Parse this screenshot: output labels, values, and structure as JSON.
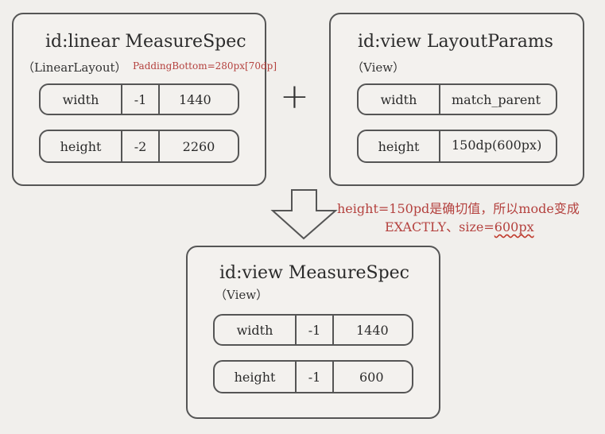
{
  "linear_box": {
    "title": "id:linear MeasureSpec",
    "subtitle": "（LinearLayout）",
    "note": "PaddingBottom=280px[70dp]",
    "rows": [
      {
        "label": "width",
        "mode": "-1",
        "size": "1440"
      },
      {
        "label": "height",
        "mode": "-2",
        "size": "2260"
      }
    ]
  },
  "plus": "+",
  "params_box": {
    "title": "id:view  LayoutParams",
    "subtitle": "（View）",
    "rows": [
      {
        "label": "width",
        "value": "match_parent"
      },
      {
        "label": "height",
        "value": "150dp(600px)"
      }
    ]
  },
  "annotation": {
    "line1": "height=150pd是确切值，所以mode变成",
    "line2_prefix": "EXACTLY、size=",
    "line2_highlight": "600px"
  },
  "result_box": {
    "title": "id:view  MeasureSpec",
    "subtitle": "（View）",
    "rows": [
      {
        "label": "width",
        "mode": "-1",
        "size": "1440"
      },
      {
        "label": "height",
        "mode": "-1",
        "size": "600"
      }
    ]
  },
  "colors": {
    "border": "#555555",
    "annotation": "#b4413e",
    "background": "#f1efec"
  }
}
